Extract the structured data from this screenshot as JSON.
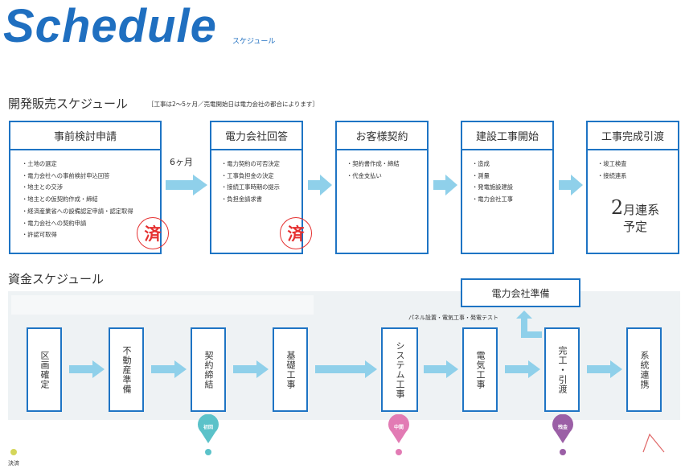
{
  "header": {
    "title": "Schedule",
    "subtitle": "スケジュール"
  },
  "sales": {
    "heading": "開発販売スケジュール",
    "note": "［工事は2〜5ヶ月／売電開始日は電力会社の都合によります］",
    "months_label": "6ヶ月",
    "steps": [
      {
        "title": "事前検討申請",
        "items": [
          "・土地の選定",
          "・電力会社への事前検討申込回答",
          "・地主との交渉",
          "・地主との仮契約作成・締結",
          "・経済産業省への設備認定申請・認定取得",
          "・電力会社への契約申請",
          "・許認可取得"
        ],
        "stamp": "済"
      },
      {
        "title": "電力会社回答",
        "items": [
          "・電力契約の可否決定",
          "・工事負担金の決定",
          "・接続工事時期の提示",
          "・負担金請求書"
        ],
        "stamp": "済"
      },
      {
        "title": "お客様契約",
        "items": [
          "・契約書作成・締結",
          "・代金支払い"
        ]
      },
      {
        "title": "建設工事開始",
        "items": [
          "・造成",
          "・測量",
          "・発電施設建設",
          "・電力会社工事"
        ]
      },
      {
        "title": "工事完成引渡",
        "items": [
          "・竣工検査",
          "・接続連系"
        ],
        "note_num": "2",
        "note_line1": "月連系",
        "note_line2": "予定"
      }
    ]
  },
  "funds": {
    "heading": "資金スケジュール",
    "steps": [
      "区画確定",
      "不動産準備",
      "契約締結",
      "基礎工事",
      "システム工事",
      "電気工事",
      "完工・引渡",
      "系統連携"
    ],
    "branch": {
      "title": "電力会社準備",
      "note": "パネル設置・電気工事・発電テスト"
    },
    "payments": [
      {
        "label": "初回",
        "color": "#5bc2c9"
      },
      {
        "label": "中間",
        "color": "#e27bb4"
      },
      {
        "label": "残金",
        "color": "#9b5fa6"
      }
    ],
    "timeline_start": "決済"
  },
  "colors": {
    "primary": "#1e74c4",
    "arrow": "#8fd0ea",
    "stamp": "#e53030"
  }
}
